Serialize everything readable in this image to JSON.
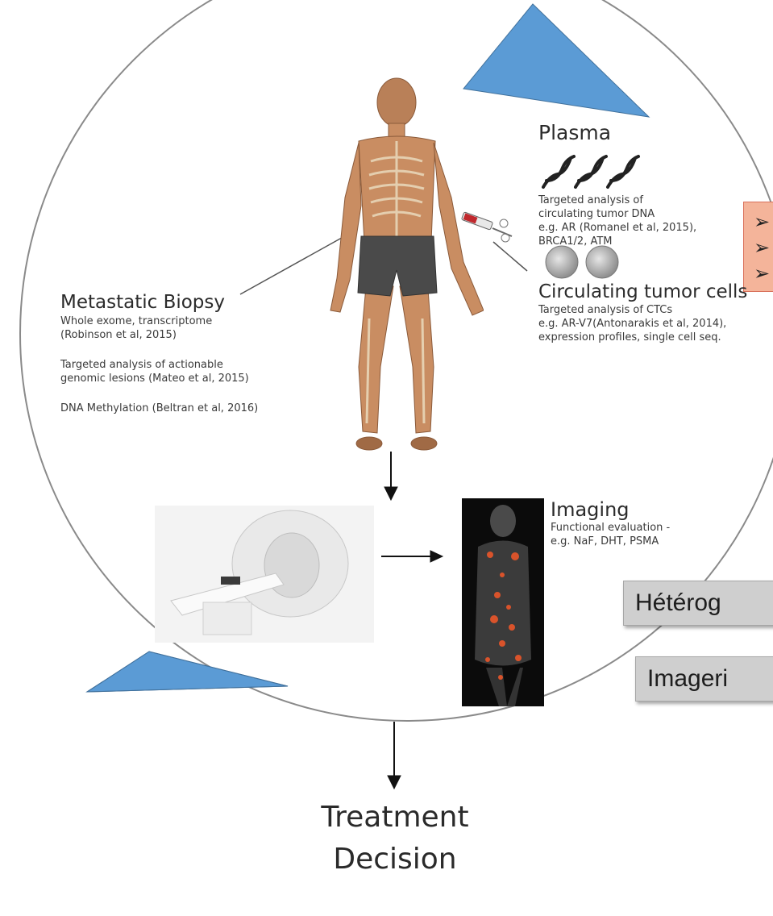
{
  "plasma": {
    "title": "Plasma",
    "line1": "Targeted analysis of",
    "line2": "circulating tumor DNA",
    "line3": "e.g. AR (Romanel et al, 2015),",
    "line4": "BRCA1/2, ATM"
  },
  "ctc": {
    "title": "Circulating tumor cells",
    "line1": "Targeted analysis of CTCs",
    "line2": "e.g. AR-V7(Antonarakis et al, 2014),",
    "line3": "expression profiles, single cell seq."
  },
  "biopsy": {
    "title": "Metastatic Biopsy",
    "line1": "Whole exome, transcriptome",
    "line2": "(Robinson et al, 2015)",
    "line3": "Targeted analysis of actionable",
    "line4": "genomic lesions (Mateo et al, 2015)",
    "line5": "DNA Methylation (Beltran et al, 2016)"
  },
  "imaging": {
    "title": "Imaging",
    "line1": "Functional evaluation -",
    "line2": "e.g. NaF, DHT, PSMA"
  },
  "boxes": {
    "heterog": "Hétérog",
    "imageri": "Imageri"
  },
  "treatment": {
    "line1": "Treatment",
    "line2": "Decision"
  },
  "colors": {
    "triangle": "#5b9bd5",
    "orange_box": "#f4b49a",
    "grey_box": "#cfcfcf"
  }
}
